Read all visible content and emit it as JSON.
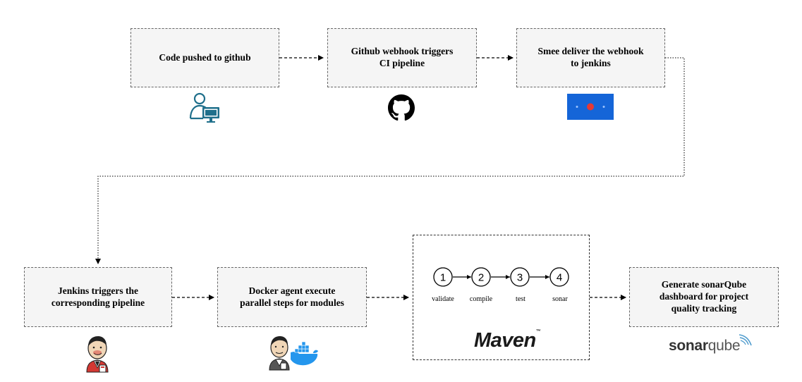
{
  "nodes": {
    "code_pushed": "Code pushed to github",
    "github_webhook": "Github webhook triggers\nCI pipeline",
    "smee": "Smee deliver the webhook\nto jenkins",
    "jenkins": "Jenkins triggers the\ncorresponding pipeline",
    "docker": "Docker agent execute\nparallel steps for modules",
    "sonar_dashboard": "Generate sonarQube\ndashboard for project\nquality tracking"
  },
  "maven": {
    "logo_text": "Maven",
    "trademark": "™",
    "steps": [
      {
        "number": "1",
        "label": "validate"
      },
      {
        "number": "2",
        "label": "compile"
      },
      {
        "number": "3",
        "label": "test"
      },
      {
        "number": "4",
        "label": "sonar"
      }
    ]
  },
  "sonarqube_logo": {
    "part1": "sonar",
    "part2": "qube"
  },
  "icons": [
    "user-computer-icon",
    "github-icon",
    "smee-icon",
    "jenkins-icon",
    "jenkins-docker-icon",
    "maven-logo",
    "sonarqube-logo"
  ],
  "colors": {
    "box_fill": "#f5f5f5",
    "box_border": "#666666",
    "smee_blue": "#1565d8",
    "smee_red": "#e53935",
    "user_teal": "#1f6f8b",
    "jenkins_red": "#d33833"
  }
}
